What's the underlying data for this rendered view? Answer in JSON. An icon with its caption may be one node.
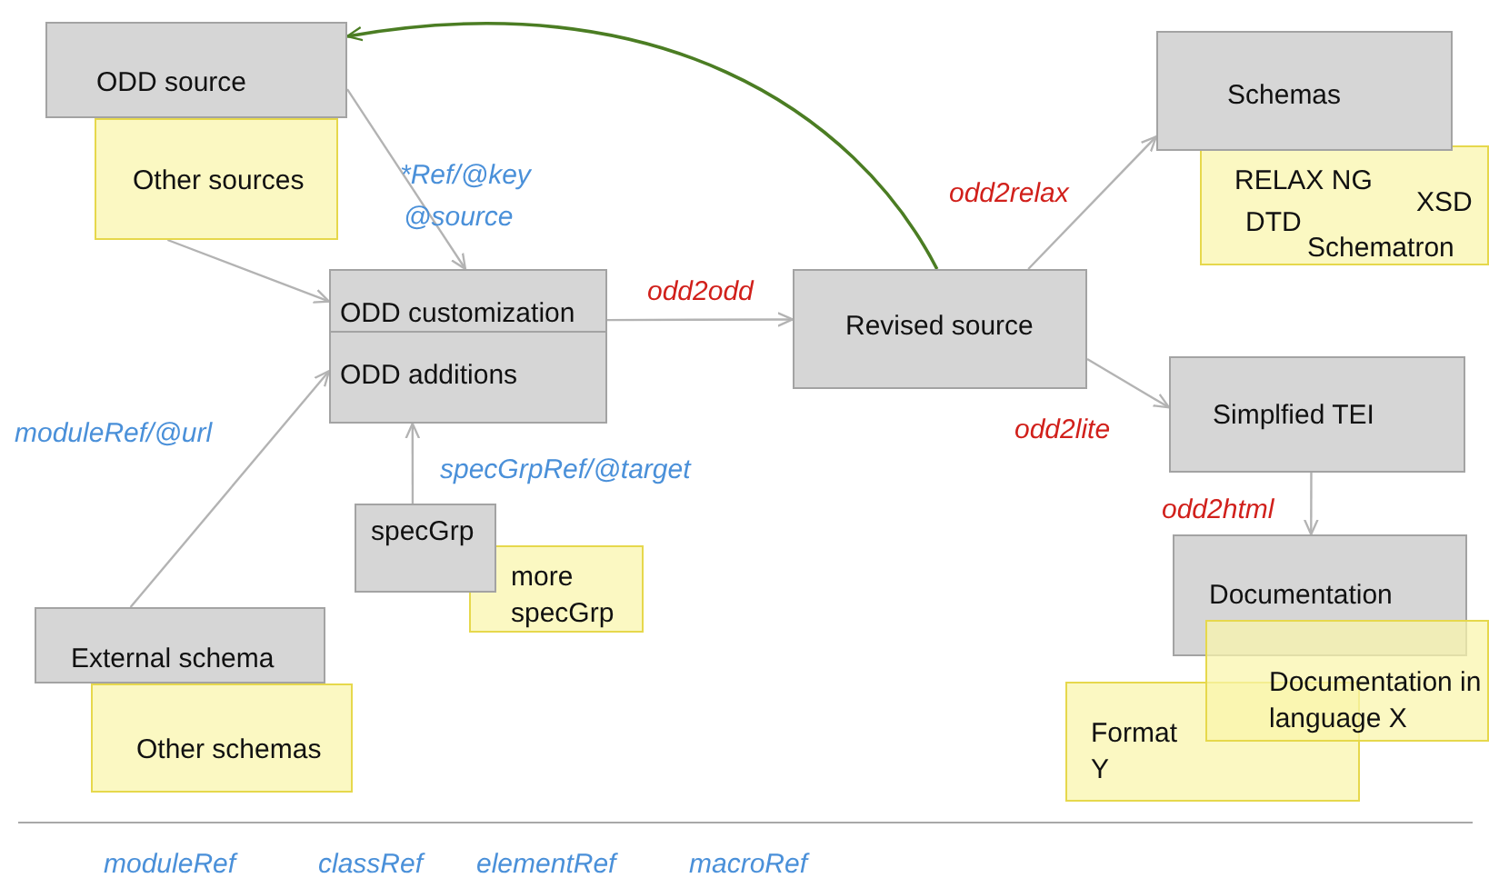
{
  "diagram": {
    "nodes": [
      {
        "text": [
          "ODD source"
        ]
      },
      {
        "text": [
          "Other sources"
        ]
      },
      {
        "text": [
          "ODD customization",
          "ODD additions"
        ]
      },
      {
        "text": [
          "Revised source"
        ]
      },
      {
        "text": [
          "Schemas"
        ]
      },
      {
        "text": [
          "RELAX NG",
          "XSD",
          "DTD",
          "Schematron"
        ]
      },
      {
        "text": [
          "Simplfied TEI"
        ]
      },
      {
        "text": [
          "Documentation"
        ]
      },
      {
        "text": [
          "Documentation in language X"
        ]
      },
      {
        "text": [
          "Format Y"
        ]
      },
      {
        "text": [
          "specGrp"
        ]
      },
      {
        "text": [
          "more specGrp"
        ]
      },
      {
        "text": [
          "External schema"
        ]
      },
      {
        "text": [
          "Other schemas"
        ]
      }
    ],
    "edges": [
      {
        "from": 0,
        "to": 2,
        "arrow": "to"
      },
      {
        "from": 1,
        "to": 2,
        "arrow": "to"
      },
      {
        "from": 3,
        "to": 0,
        "arrow": "to",
        "color": "#4b7d23"
      },
      {
        "from": 2,
        "to": 3,
        "arrow": "to",
        "label": "odd2odd"
      },
      {
        "from": 3,
        "to": 4,
        "arrow": "to",
        "label": "odd2relax"
      },
      {
        "from": 3,
        "to": 6,
        "arrow": "to",
        "label": "odd2lite"
      },
      {
        "from": 6,
        "to": 7,
        "arrow": "to",
        "label": "odd2html"
      },
      {
        "from": 12,
        "to": 2,
        "arrow": "to",
        "label": "moduleRef/@url"
      },
      {
        "from": 10,
        "to": 2,
        "arrow": "to",
        "label": "specGrpRef/@target"
      }
    ],
    "labels": [
      "*Ref/@key",
      "@source",
      "moduleRef",
      "classRef",
      "elementRef",
      "macroRef"
    ]
  }
}
